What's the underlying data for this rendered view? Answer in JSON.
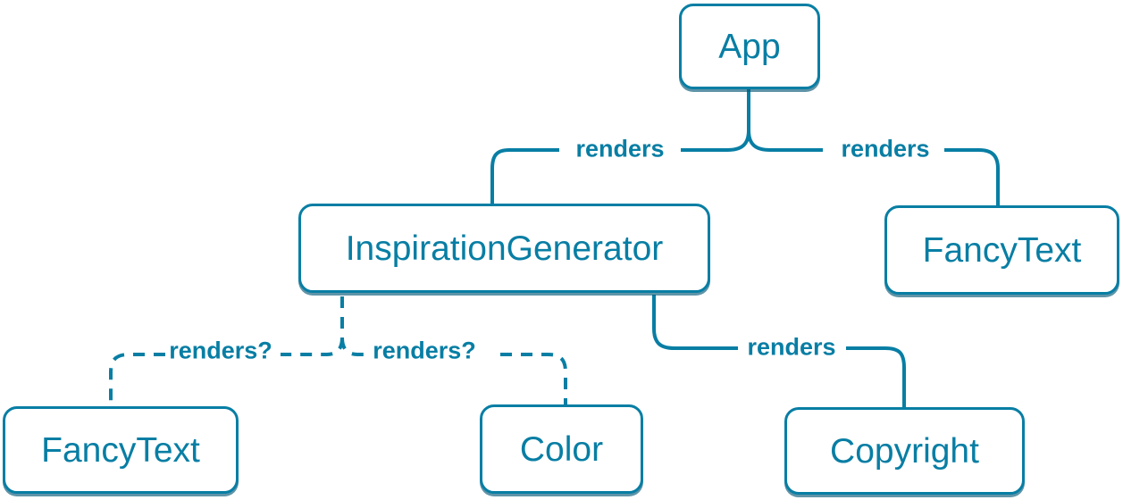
{
  "colors": {
    "accent": "#087ea4",
    "node_fill": "#ffffff",
    "shadow": "rgba(9,90,122,0.65)",
    "background": "#ffffff"
  },
  "nodes": {
    "app": {
      "label": "App"
    },
    "inspiration_generator": {
      "label": "InspirationGenerator"
    },
    "fancy_text_top": {
      "label": "FancyText"
    },
    "fancy_text_bottom": {
      "label": "FancyText"
    },
    "color": {
      "label": "Color"
    },
    "copyright": {
      "label": "Copyright"
    }
  },
  "edges": {
    "app_to_inspiration_generator": {
      "label": "renders",
      "style": "solid"
    },
    "app_to_fancy_text": {
      "label": "renders",
      "style": "solid"
    },
    "inspiration_generator_to_fancy_text": {
      "label": "renders?",
      "style": "dashed"
    },
    "inspiration_generator_to_color": {
      "label": "renders?",
      "style": "dashed"
    },
    "inspiration_generator_to_copyright": {
      "label": "renders",
      "style": "solid"
    }
  }
}
